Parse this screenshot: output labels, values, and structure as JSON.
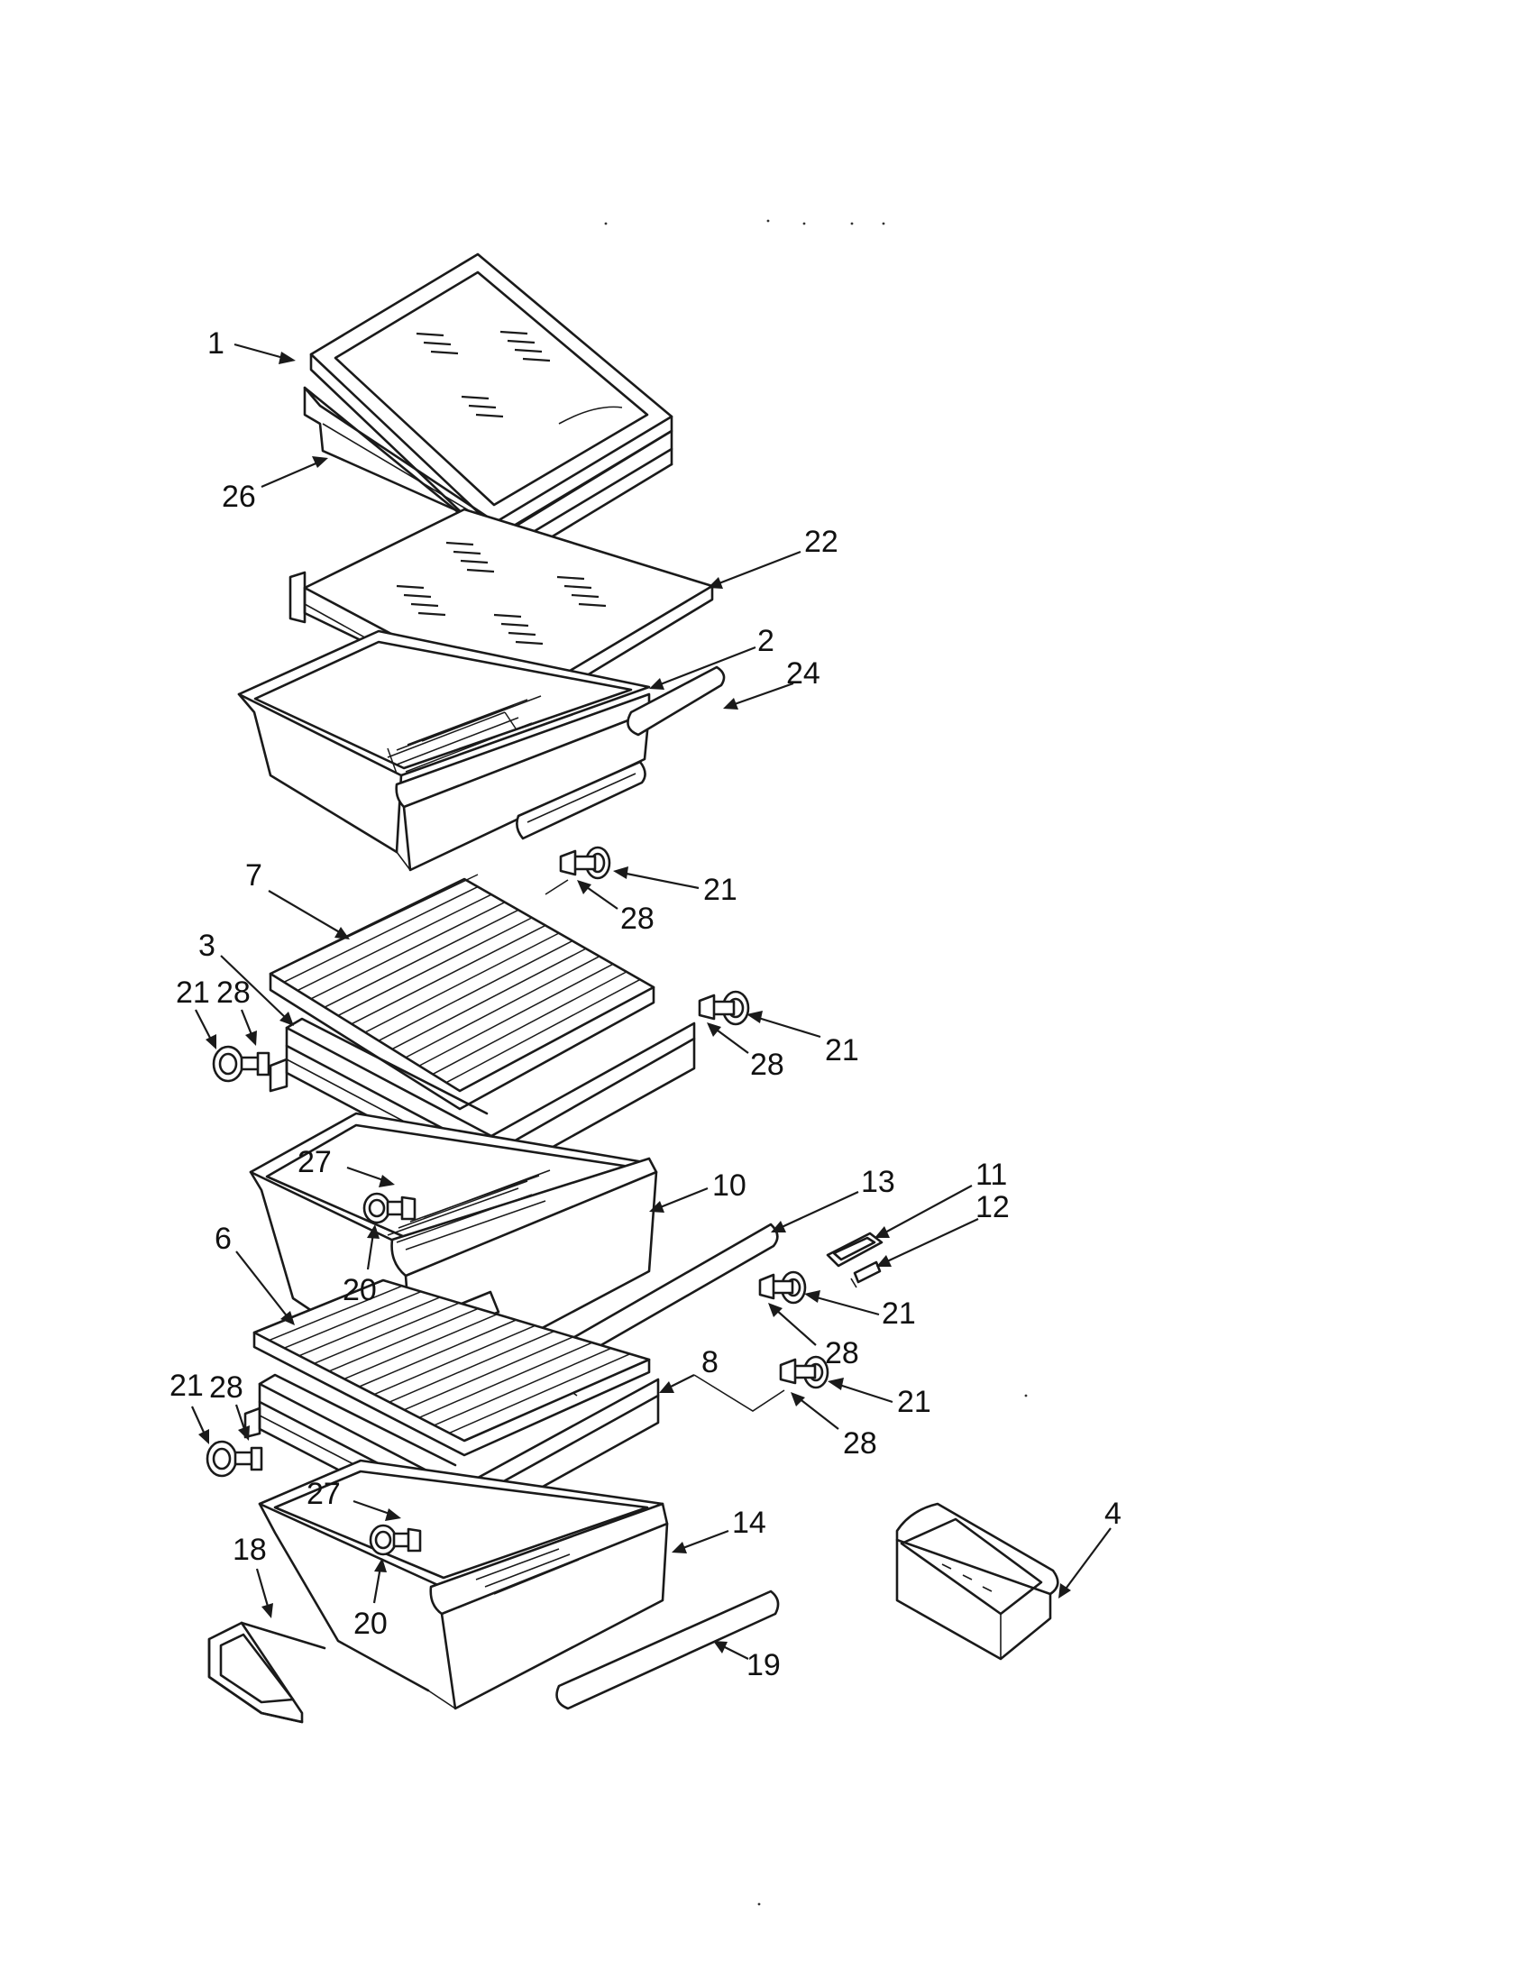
{
  "diagram": {
    "part_labels": [
      "1",
      "26",
      "22",
      "2",
      "24",
      "7",
      "21",
      "28",
      "3",
      "21",
      "28",
      "21",
      "28",
      "27",
      "10",
      "13",
      "11",
      "12",
      "6",
      "20",
      "21",
      "28",
      "8",
      "21",
      "28",
      "21",
      "28",
      "27",
      "14",
      "4",
      "18",
      "20",
      "19"
    ]
  }
}
